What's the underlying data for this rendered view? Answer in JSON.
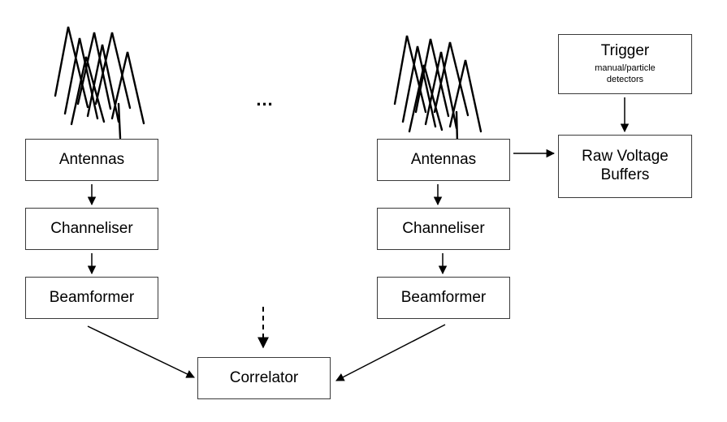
{
  "nodes": {
    "antennas_left": "Antennas",
    "channeliser_left": "Channeliser",
    "beamformer_left": "Beamformer",
    "antennas_right": "Antennas",
    "channeliser_right": "Channeliser",
    "beamformer_right": "Beamformer",
    "correlator": "Correlator",
    "raw_voltage_buffers": "Raw Voltage Buffers",
    "trigger_title": "Trigger",
    "trigger_subtitle": "manual/particle detectors"
  },
  "ellipsis": "...",
  "colors": {
    "stroke": "#000000",
    "box_border": "#3a3a3a",
    "background": "#ffffff"
  }
}
